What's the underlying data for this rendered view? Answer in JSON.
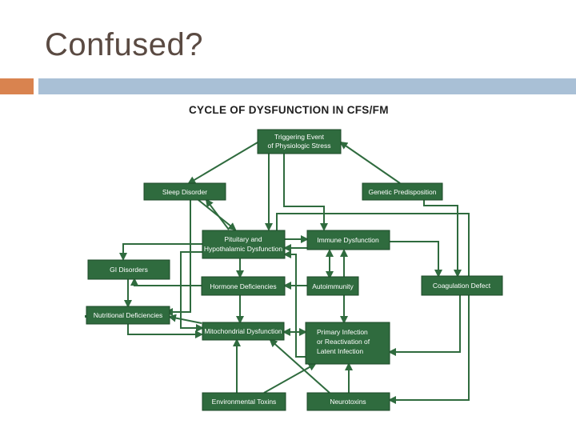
{
  "slide": {
    "title": "Confused?",
    "accent_color": "#d9834f",
    "bar_color": "#a9c0d6"
  },
  "diagram": {
    "title": "CYCLE OF DYSFUNCTION IN CFS/FM",
    "node_color": "#2f6b3e",
    "nodes": {
      "trigger": [
        "Triggering Event",
        "of Physiologic Stress"
      ],
      "sleep": [
        "Sleep Disorder"
      ],
      "genetic": [
        "Genetic Predisposition"
      ],
      "pituitary": [
        "Pituitary and",
        "Hypothalamic Dysfunction"
      ],
      "immune": [
        "Immune Dysfunction"
      ],
      "gi": [
        "GI Disorders"
      ],
      "hormone": [
        "Hormone Deficiencies"
      ],
      "autoimmunity": [
        "Autoimmunity"
      ],
      "coagulation": [
        "Coagulation Defect"
      ],
      "nutritional": [
        "Nutritional Deficiencies"
      ],
      "mito": [
        "Mitochondrial Dysfunction"
      ],
      "infection": [
        "Primary Infection",
        "or Reactivation of",
        "Latent Infection"
      ],
      "toxins": [
        "Environmental Toxins"
      ],
      "neuro": [
        "Neurotoxins"
      ]
    }
  }
}
